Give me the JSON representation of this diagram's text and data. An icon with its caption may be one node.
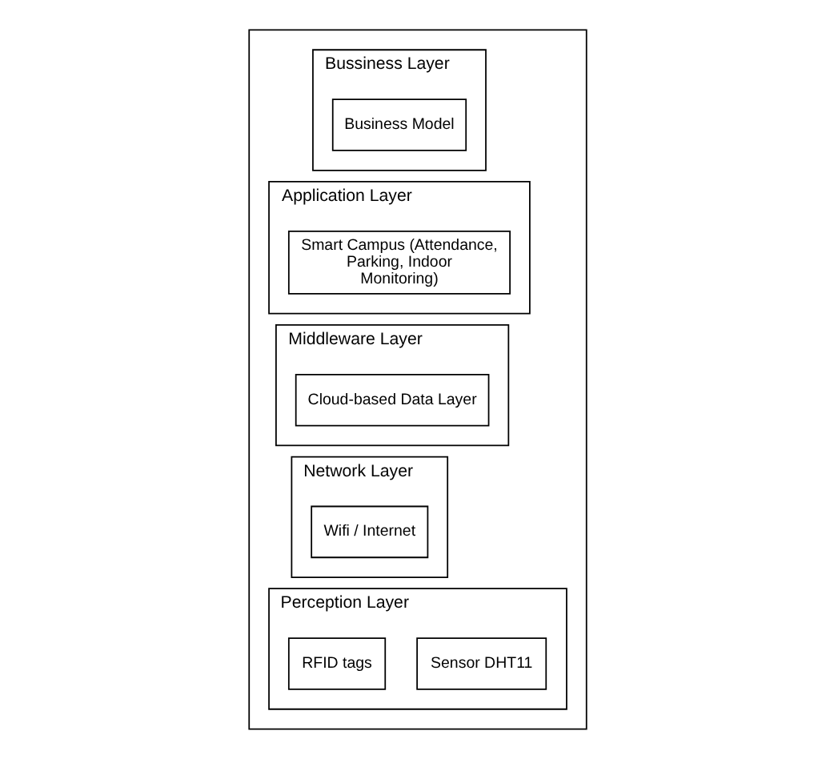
{
  "diagram": {
    "nodes": [
      {
        "text": [],
        "shape": "box"
      },
      {
        "text": [
          "Bussiness Layer"
        ],
        "in": 0
      },
      {
        "text": [
          "Business Model"
        ],
        "in": 1
      },
      {
        "text": [
          "Application Layer"
        ],
        "in": 0
      },
      {
        "text": [
          "Smart Campus (Attendance, Parking, Indoor Monitoring)"
        ],
        "in": 3
      },
      {
        "text": [
          "Middleware Layer"
        ],
        "in": 0
      },
      {
        "text": [
          "Cloud-based Data Layer"
        ],
        "in": 5
      },
      {
        "text": [
          "Network Layer"
        ],
        "in": 0
      },
      {
        "text": [
          "Wifi / Internet"
        ],
        "in": 7
      },
      {
        "text": [
          "Perception Layer"
        ],
        "in": 0
      },
      {
        "text": [
          "RFID tags"
        ],
        "in": 9
      },
      {
        "text": [
          "Sensor DHT11"
        ],
        "in": 9
      }
    ],
    "edges": []
  }
}
